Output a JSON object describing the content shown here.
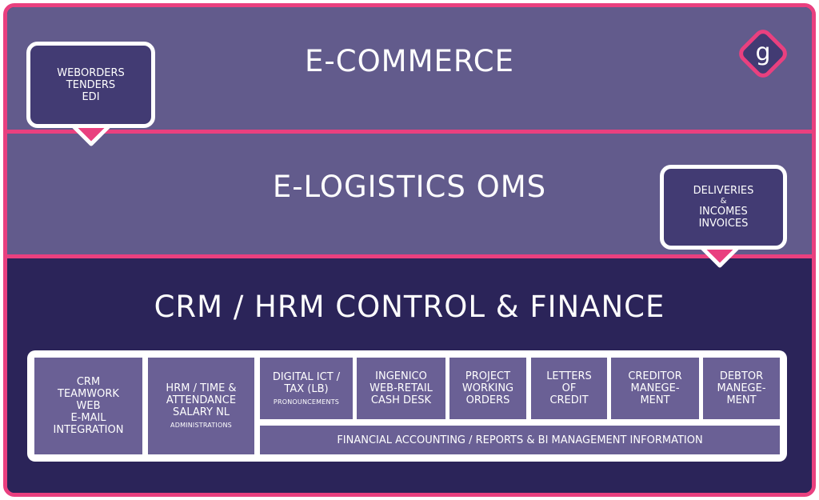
{
  "layers": {
    "ecommerce_title": "E-COMMERCE",
    "elogistics_title": "E-LOGISTICS OMS",
    "crm_title": "CRM / HRM CONTROL & FINANCE"
  },
  "callouts": {
    "left": {
      "line1": "WEBORDERS",
      "line2": "TENDERS",
      "line3": "EDI"
    },
    "right": {
      "line1": "DELIVERIES",
      "line2": "&",
      "line3": "INCOMES",
      "line4": "INVOICES"
    }
  },
  "logo": {
    "glyph": "g",
    "icon": "brand-g-diamond-icon"
  },
  "modules": {
    "crm": {
      "l1": "CRM",
      "l2": "TEAMWORK",
      "l3": "WEB",
      "l4": "E-MAIL",
      "l5": "INTEGRATION"
    },
    "hrm": {
      "l1": "HRM / TIME &",
      "l2": "ATTENDANCE",
      "l3": "SALARY NL",
      "note": "ADMINISTRATIONS"
    },
    "ict": {
      "l1": "DIGITAL ICT /",
      "l2": "TAX (LB)",
      "note": "PRONOUNCEMENTS"
    },
    "ingenico": {
      "l1": "INGENICO",
      "l2": "WEB-RETAIL",
      "l3": "CASH DESK"
    },
    "project": {
      "l1": "PROJECT",
      "l2": "WORKING",
      "l3": "ORDERS"
    },
    "letters": {
      "l1": "LETTERS",
      "l2": "OF",
      "l3": "CREDIT"
    },
    "creditor": {
      "l1": "CREDITOR",
      "l2": "MANEGE-",
      "l3": "MENT"
    },
    "debtor": {
      "l1": "DEBTOR",
      "l2": "MANEGE-",
      "l3": "MENT"
    },
    "finance": {
      "l1": "FINANCIAL ACCOUNTING / REPORTS & BI MANAGEMENT INFORMATION"
    }
  },
  "colors": {
    "accent": "#e9407f",
    "layer_light": "#625b8c",
    "layer_dark": "#2b2459",
    "module": "#6a6095",
    "callout": "#423b73"
  }
}
